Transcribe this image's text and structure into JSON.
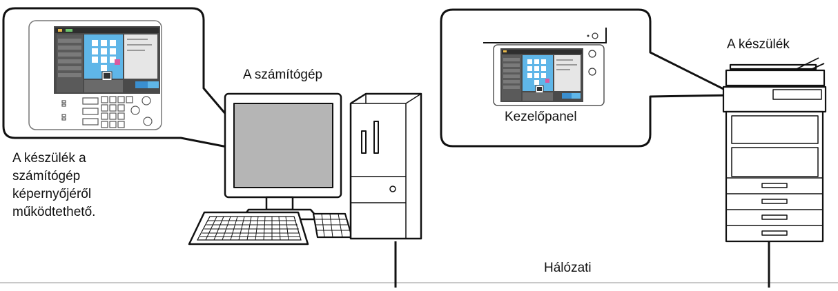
{
  "labels": {
    "computer": "A számítógép",
    "device": "A készülék",
    "panel": "Kezelőpanel",
    "network": "Hálózati"
  },
  "note_lines": [
    "A készülék a",
    "számítógép",
    "képernyőjéről",
    "működtethető."
  ],
  "colors": {
    "outline": "#1a1a1a",
    "screen_blue": "#5fb6e8",
    "screen_gray": "#9a9a9a",
    "accent_magenta": "#d85aa0",
    "monitor_screen": "#b5b5b5"
  }
}
